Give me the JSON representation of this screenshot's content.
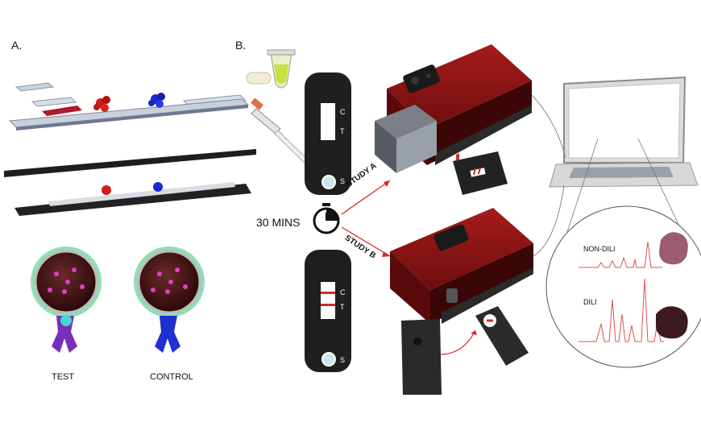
{
  "panel_labels": {
    "a": "A.",
    "b": "B."
  },
  "particle_labels": {
    "test": "TEST",
    "control": "CONTROL"
  },
  "timer_label": "30 MINS",
  "study_labels": {
    "a": "STUDY A",
    "b": "STUDY B"
  },
  "strip_marks": {
    "c": "C",
    "t": "T",
    "s": "S"
  },
  "spectra_labels": {
    "non_dili": "NON-DILI",
    "dili": "DILI"
  },
  "colors": {
    "reader_red": "#8a1212",
    "reader_dark": "#2a2a2a",
    "arrow_red": "#d42a2a",
    "spectrum_red": "#d9534f",
    "liver_light": "#9c5b6e",
    "liver_dark": "#3d1a22",
    "particle_green": "#38c172",
    "particle_magenta": "#e040c8",
    "antibody_purple": "#7a2fb8",
    "antibody_blue": "#1f2fd0"
  }
}
